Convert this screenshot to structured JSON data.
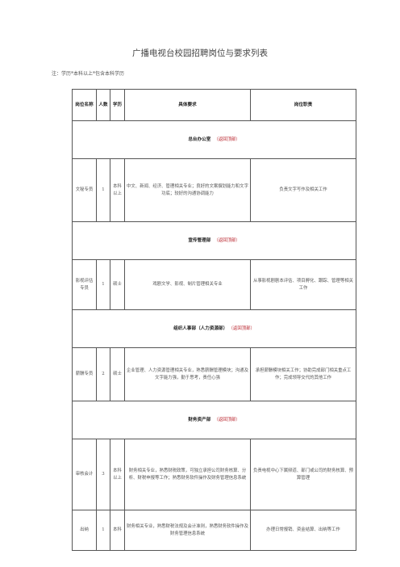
{
  "title": "广播电视台校园招聘岗位与要求列表",
  "note": "注：学历*本科以上*包含本科学历",
  "headers": {
    "position": "岗位名称",
    "count": "人数",
    "education": "学历",
    "requirements": "具体要求",
    "duties": "岗位职责"
  },
  "back_link": "（返回顶部）",
  "sections": [
    {
      "name": "总台办公室",
      "rows": [
        {
          "position": "文秘专员",
          "count": "1",
          "education": "本科以上",
          "requirements": "中文、新闻、经济、管理相关专业；良好的文案撰划能力和文字功底；较好的沟通协调能力",
          "duties": "负责文字写作及相关工作"
        }
      ]
    },
    {
      "name": "宣传管理部",
      "rows": [
        {
          "position": "影视评估专员",
          "count": "1",
          "education": "硕士",
          "requirements": "戏剧文学、影视、制片管理相关专业",
          "duties": "从事影视剧剧本评估、项目孵化、跟踪、管理等相关工作"
        }
      ]
    },
    {
      "name": "组织人事部（人力资源部）",
      "rows": [
        {
          "position": "薪酬专员",
          "count": "2",
          "education": "硕士",
          "requirements": "企业管理、人力资源管理相关专业，熟悉薪酬管理模块；沟通及文字能力强，勤于思考，责任心强",
          "duties": "承担薪酬模块相关工作；协助完成部门相关重点工作；完成领导交代的其他工作"
        }
      ]
    },
    {
      "name": "财务资产部",
      "rows": [
        {
          "position": "审核会计",
          "count": "3",
          "education": "本科以上",
          "requirements": "财务相关专业，熟悉财税政策，可独立承担公司财务核算、分析、财税申报等工作；熟悉财务软件操作及财务管理信息系统",
          "duties": "负责电视中心下属频道、部门或公司的财务核算、预算管理"
        },
        {
          "position": "出纳",
          "count": "1",
          "education": "本科",
          "requirements": "财务相关专业，熟悉财税法规及会计准则，熟悉财务软件操作及财务管理信息系统",
          "duties": "办理日常报销、资金结算、出纳等工作"
        }
      ]
    }
  ]
}
